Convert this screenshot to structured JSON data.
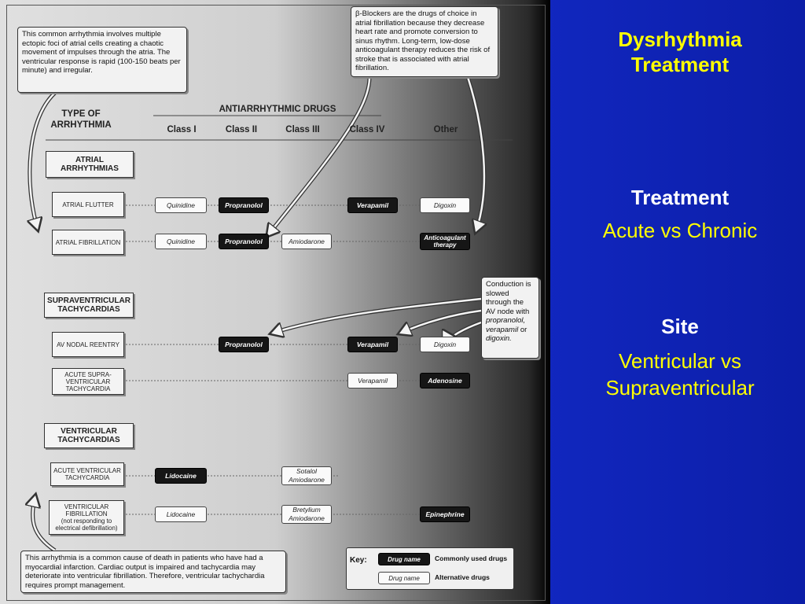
{
  "slide": {
    "title_line1": "Dysrhythmia",
    "title_line2": "Treatment",
    "section1_heading": "Treatment",
    "section1_text": "Acute vs Chronic",
    "section2_heading": "Site",
    "section2_text_line1": "Ventricular vs",
    "section2_text_line2": "Supraventricular",
    "colors": {
      "background": "#0d1fa8",
      "title": "#ffff00",
      "heading": "#ffffff",
      "text": "#ffff00"
    }
  },
  "figure": {
    "callout_top_left": "This common arrhythmia involves multiple ectopic foci of atrial cells creating a chaotic movement of impulses through the atria. The ventricular response is rapid (100-150 beats per minute) and irregular.",
    "callout_top_right": "β-Blockers are the drugs of choice in atrial fibrillation because they decrease heart rate and promote conversion to sinus rhythm. Long-term, low-dose anticoagulant therapy reduces the risk of stroke that is associated with atrial fibrillation.",
    "callout_right": {
      "plain": "Conduction is slowed through the AV node with",
      "italic1": "propranolol,",
      "italic2": "verapamil",
      "or": "or",
      "italic3": "digoxin."
    },
    "callout_bottom": "This arrhythmia is a common cause of death in patients who have had a myocardial infarction. Cardiac output is impaired and tachycardia may deteriorate into ventricular fibrillation. Therefore, ventricular tachychardia requires prompt  management.",
    "type_header": "TYPE OF ARRHYTHMIA",
    "drugs_header": "ANTIARRHYTHMIC DRUGS",
    "columns": [
      "Class I",
      "Class II",
      "Class III",
      "Class IV",
      "Other"
    ],
    "categories": {
      "atrial": "ATRIAL ARRHYTHMIAS",
      "supra": "SUPRAVENTRICULAR TACHYCARDIAS",
      "ventricular": "VENTRICULAR TACHYCARDIAS"
    },
    "rows": {
      "atrial_flutter": {
        "label": "ATRIAL FLUTTER",
        "class1": "Quinidine",
        "class2": "Propranolol",
        "class4": "Verapamil",
        "other": "Digoxin"
      },
      "atrial_fib": {
        "label": "ATRIAL FIBRILLATION",
        "class1": "Quinidine",
        "class2": "Propranolol",
        "class3": "Amiodarone",
        "other": "Anticoagulant therapy"
      },
      "av_nodal": {
        "label": "AV NODAL REENTRY",
        "class2": "Propranolol",
        "class4": "Verapamil",
        "other": "Digoxin"
      },
      "acute_supra": {
        "label": "ACUTE SUPRA-VENTRICULAR TACHYCARDIA",
        "class4": "Verapamil",
        "other": "Adenosine"
      },
      "acute_vt": {
        "label": "ACUTE VENTRICULAR TACHYCARDIA",
        "class1": "Lidocaine",
        "class3a": "Sotalol",
        "class3b": "Amiodarone"
      },
      "vfib": {
        "label_line1": "VENTRICULAR FIBRILLATION",
        "label_line2": "(not responding to electrical defibrillation)",
        "class1": "Lidocaine",
        "class3a": "Bretylium",
        "class3b": "Amiodarone",
        "other": "Epinephrine"
      }
    },
    "key": {
      "label": "Key:",
      "sample": "Drug name",
      "common": "Commonly used drugs",
      "alternative": "Alternative drugs"
    }
  }
}
